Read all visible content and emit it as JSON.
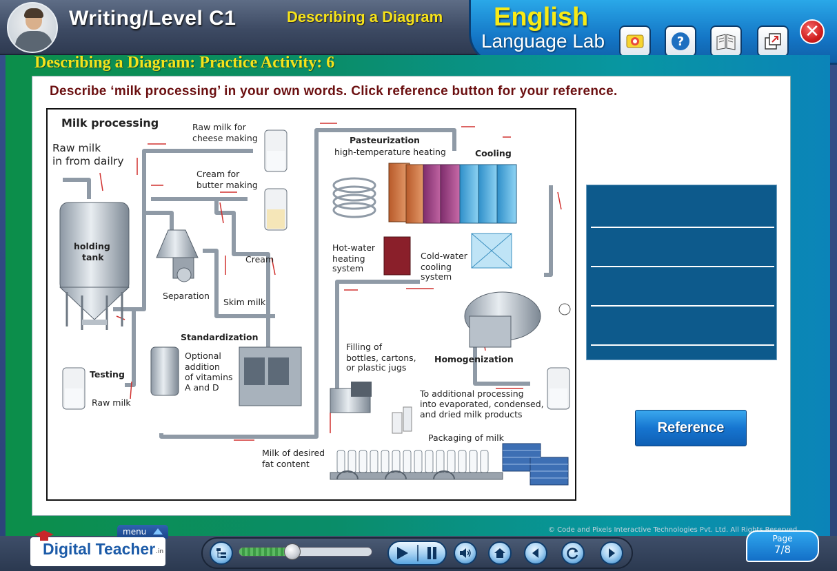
{
  "header": {
    "level_title": "Writing/Level C1",
    "topic_title": "Describing a Diagram",
    "brand_english": "English",
    "brand_lab": "Language Lab",
    "buttons": [
      "score-icon",
      "help-icon",
      "book-icon",
      "popout-icon"
    ],
    "close_symbol": "✕"
  },
  "activity": {
    "title": "Describing a Diagram: Practice Activity: 6",
    "instruction": "Describe ‘milk processing’ in your own words. Click reference button for your reference."
  },
  "diagram": {
    "title": "Milk processing",
    "labels": {
      "raw_milk_in_1": "Raw milk",
      "raw_milk_in_2": "in from dailry",
      "holding_tank_1": "holding",
      "holding_tank_2": "tank",
      "cheese_1": "Raw milk for",
      "cheese_2": "cheese making",
      "cream_butter_1": "Cream for",
      "cream_butter_2": "butter making",
      "separation": "Separation",
      "cream": "Cream",
      "skim_milk": "Skim milk",
      "standardization": "Standardization",
      "vitamins_1": "Optional",
      "vitamins_2": "addition",
      "vitamins_3": "of vitamins",
      "vitamins_4": "A and D",
      "testing": "Testing",
      "raw_milk": "Raw milk",
      "fat_content_1": "Milk of desired",
      "fat_content_2": "fat content",
      "pasteurization": "Pasteurization",
      "high_temp": "high-temperature heating",
      "cooling": "Cooling",
      "hot_water_1": "Hot-water",
      "hot_water_2": "heating",
      "hot_water_3": "system",
      "cold_water_1": "Cold-water",
      "cold_water_2": "cooling",
      "cold_water_3": "system",
      "filling_1": "Filling of",
      "filling_2": "bottles, cartons,",
      "filling_3": "or plastic jugs",
      "homogenization": "Homogenization",
      "additional_1": "To additional processing",
      "additional_2": "into evaporated, condensed,",
      "additional_3": "and dried milk products",
      "packaging": "Packaging of milk"
    }
  },
  "writing_area": {
    "line_count": 4
  },
  "reference_button": "Reference",
  "copyright": "© Code and Pixels Interactive Technologies  Pvt. Ltd. All Rights Reserved.",
  "footer": {
    "menu_label": "menu",
    "logo_text": "Digital Teacher",
    "logo_suffix": ".in",
    "progress": 0.4,
    "page_label": "Page",
    "page_number": "7/8"
  },
  "colors": {
    "instruction_text": "#6b0f10",
    "activity_title": "#f3e31c",
    "writing_box": "#0d5a8c",
    "reference_button": "#1675d0"
  }
}
